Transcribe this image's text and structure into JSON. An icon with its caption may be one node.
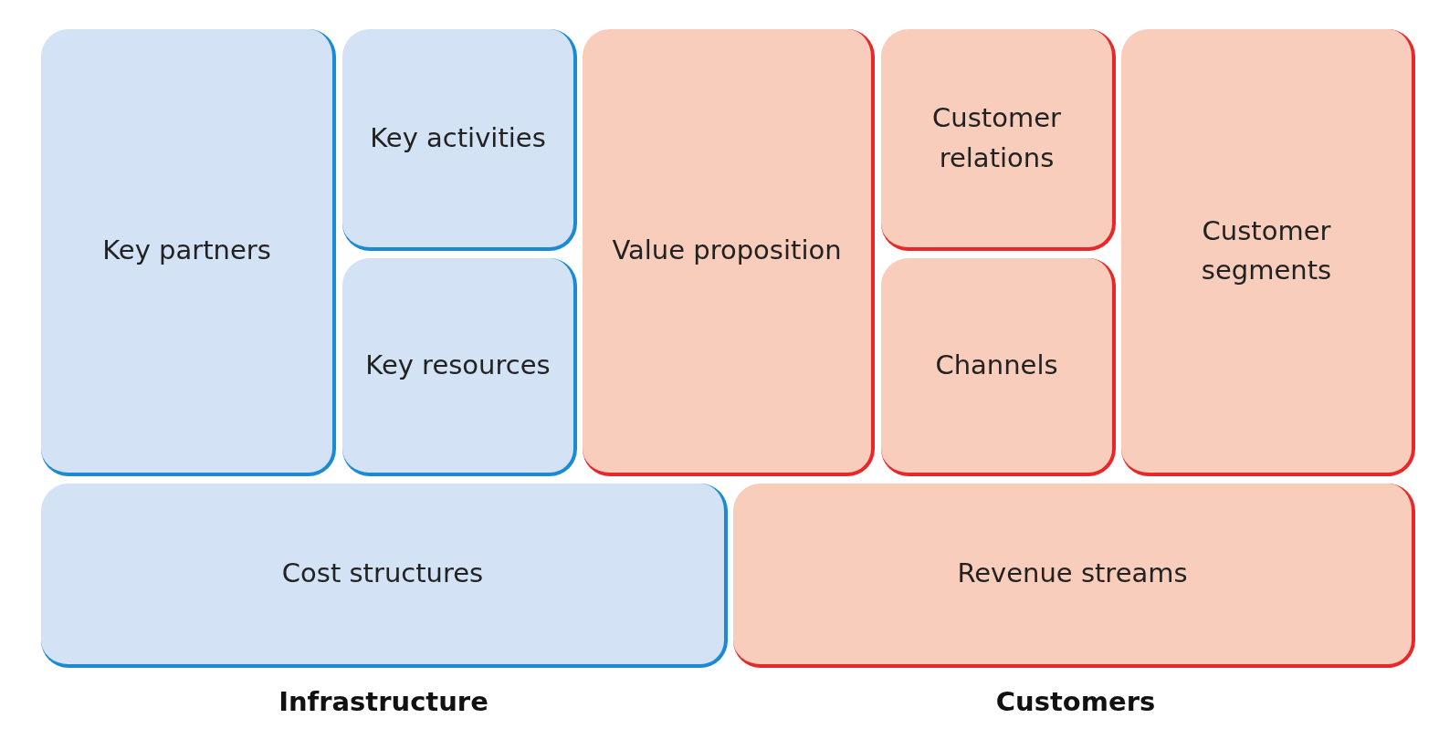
{
  "diagram": {
    "nodes": [
      {
        "text": [
          "Key partners"
        ]
      },
      {
        "text": [
          "Key activities"
        ]
      },
      {
        "text": [
          "Key resources"
        ]
      },
      {
        "text": [
          "Value proposition"
        ]
      },
      {
        "text": [
          "Customer relations"
        ]
      },
      {
        "text": [
          "Channels"
        ]
      },
      {
        "text": [
          "Customer segments"
        ]
      },
      {
        "text": [
          "Cost structures"
        ]
      },
      {
        "text": [
          "Revenue streams"
        ]
      }
    ],
    "labels": [
      "Infrastructure",
      "Customers"
    ]
  }
}
